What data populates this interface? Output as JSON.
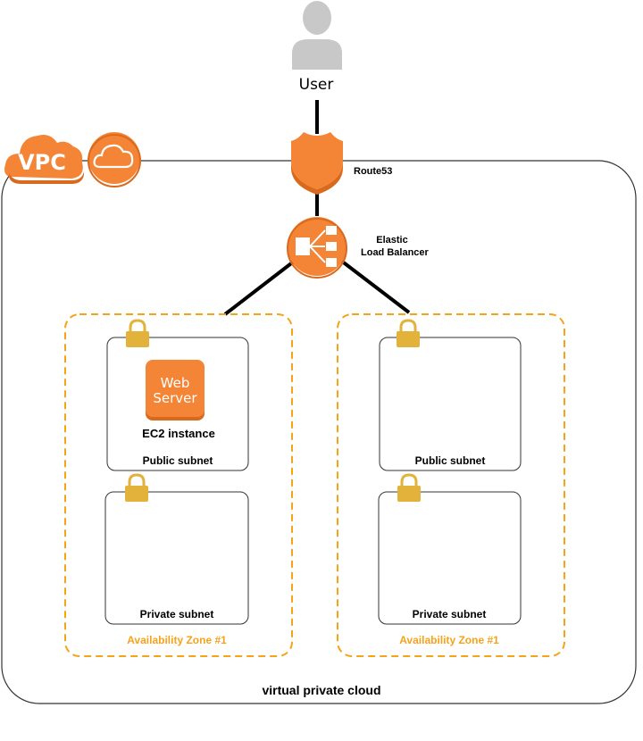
{
  "nodes": {
    "user": {
      "label": "User"
    },
    "route53": {
      "label": "Route53"
    },
    "elb": {
      "label_line1": "Elastic",
      "label_line2": "Load Balancer"
    },
    "vpc_badge": {
      "label": "VPC"
    },
    "web_server": {
      "line1": "Web",
      "line2": "Server",
      "caption": "EC2 instance"
    }
  },
  "zones": [
    {
      "label": "Availability Zone #1",
      "public_subnet": "Public subnet",
      "private_subnet": "Private subnet"
    },
    {
      "label": "Availability Zone #1",
      "public_subnet": "Public subnet",
      "private_subnet": "Private subnet"
    }
  ],
  "vpc": {
    "label": "virtual private cloud"
  },
  "colors": {
    "aws_orange": "#f58536",
    "az_dash": "#f7a21b",
    "lock_gold": "#e2b23a",
    "user_gray": "#c8c8c8"
  },
  "icons": [
    "user-icon",
    "route53-shield-icon",
    "elb-icon",
    "vpc-cloud-icon",
    "cloud-icon",
    "padlock-icon"
  ]
}
